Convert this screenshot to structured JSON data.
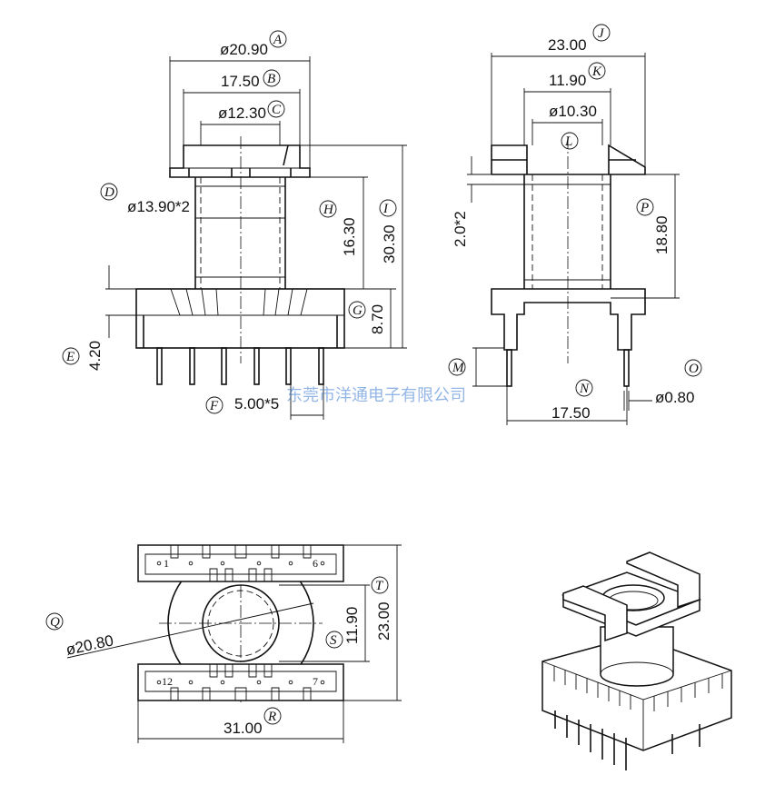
{
  "dimensions": {
    "A": "ø20.90",
    "B": "17.50",
    "C": "ø12.30",
    "D": "ø13.90*2",
    "E": "4.20",
    "F": "5.00*5",
    "G": "8.70",
    "H": "16.30",
    "I": "30.30",
    "J": "23.00",
    "K": "11.90",
    "L": "ø10.30",
    "M": "2.0*2",
    "N": "17.50",
    "O": "ø0.80",
    "P": "18.80",
    "Q": "ø20.80",
    "R": "31.00",
    "S": "11.90",
    "T": "23.00"
  },
  "labels": {
    "A": "A",
    "B": "B",
    "C": "C",
    "D": "D",
    "E": "E",
    "F": "F",
    "G": "G",
    "H": "H",
    "I": "I",
    "J": "J",
    "K": "K",
    "L": "L",
    "M": "M",
    "N": "N",
    "O": "O",
    "P": "P",
    "Q": "Q",
    "R": "R",
    "S": "S",
    "T": "T"
  },
  "pin_numbers": {
    "top_left": "1",
    "top_right": "6",
    "bottom_left": "12",
    "bottom_right": "7"
  },
  "watermark": "东莞市洋通电子有限公司"
}
